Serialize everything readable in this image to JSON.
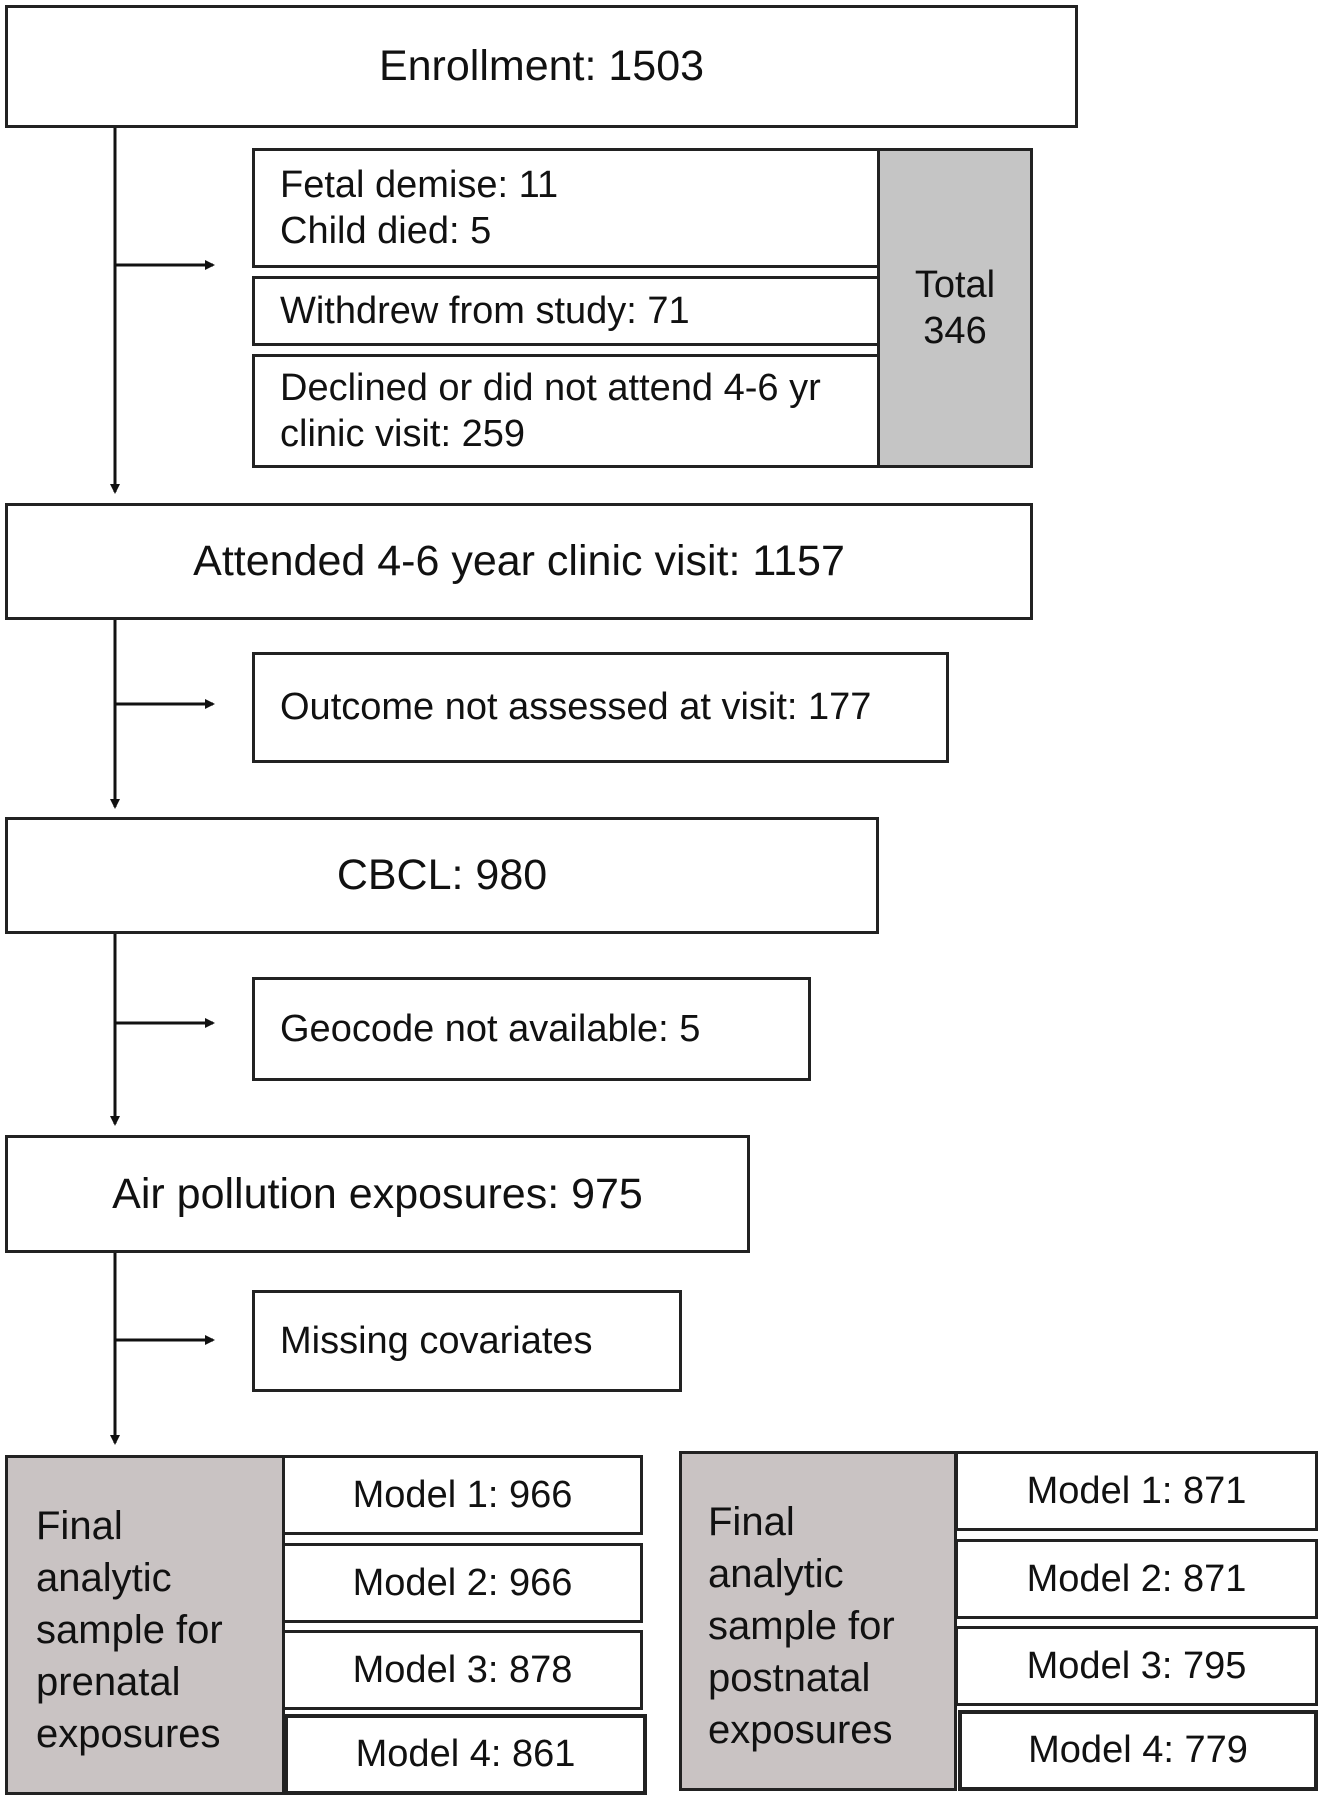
{
  "enrollment": "Enrollment: 1503",
  "exclusions": {
    "group1": [
      "Fetal demise: 11",
      "Child died: 5"
    ],
    "group2": "Withdrew from study: 71",
    "group3": [
      "Declined or did not attend 4-6 yr",
      "clinic visit: 259"
    ],
    "total": [
      "Total",
      "346"
    ]
  },
  "attended": "Attended 4-6 year clinic visit: 1157",
  "outcome_excl": "Outcome not assessed at visit: 177",
  "cbcl": "CBCL: 980",
  "geocode_excl": "Geocode not available: 5",
  "air": "Air pollution exposures: 975",
  "covariates_excl": "Missing covariates",
  "prenatal": {
    "label": [
      "Final",
      "analytic",
      "sample for",
      "prenatal",
      "exposures"
    ],
    "models": [
      "Model 1: 966",
      "Model 2: 966",
      "Model 3: 878",
      "Model 4: 861"
    ]
  },
  "postnatal": {
    "label": [
      "Final",
      "analytic",
      "sample for",
      "postnatal",
      "exposures"
    ],
    "models": [
      "Model 1: 871",
      "Model 2: 871",
      "Model 3: 795",
      "Model 4: 779"
    ]
  },
  "colors": {
    "line": "#222222",
    "total_fill": "#c5c5c5",
    "final_fill": "#c9c3c3"
  }
}
